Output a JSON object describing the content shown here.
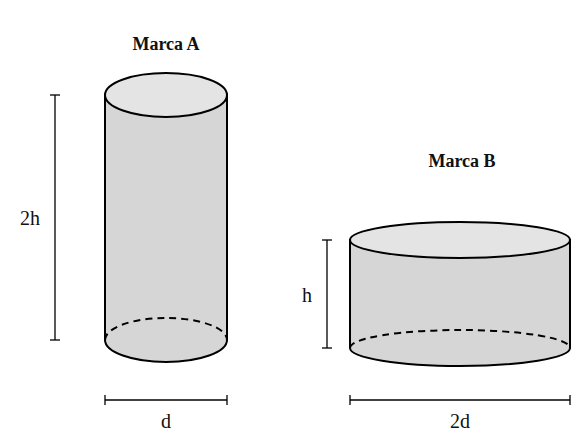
{
  "diagram": {
    "labels": [
      "Marca A",
      "2h",
      "d",
      "Marca B",
      "h",
      "2d"
    ]
  }
}
